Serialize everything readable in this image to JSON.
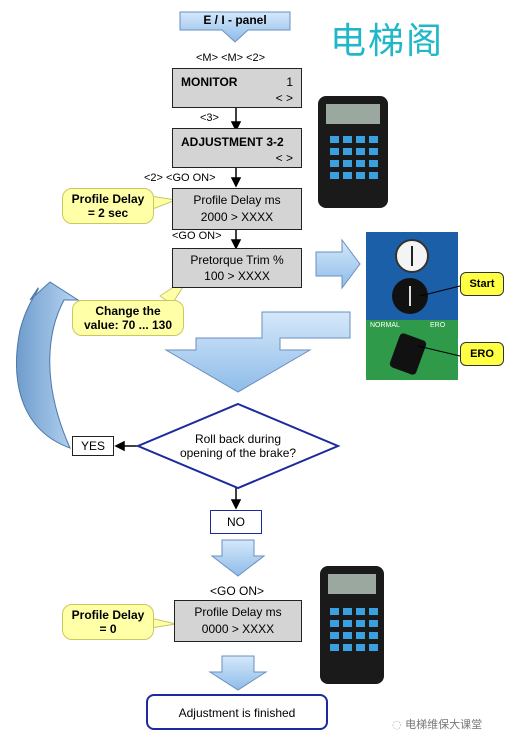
{
  "title_cn": "电梯阁",
  "panel_title": "E / I - panel",
  "keys_1": "<M> <M> <2>",
  "monitor": {
    "name": "MONITOR",
    "num": "1",
    "nav": "< >"
  },
  "keys_2": "<3>",
  "adjustment": {
    "name": "ADJUSTMENT  3-2",
    "nav": "< >"
  },
  "keys_3": "<2> <GO ON>",
  "profile_delay_1": {
    "name": "Profile  Delay  ms",
    "value": "2000 > XXXX"
  },
  "callout_1": {
    "line1": "Profile Delay",
    "line2": "= 2 sec"
  },
  "keys_4": "<GO ON>",
  "pretorque": {
    "name": "Pretorque Trim   %",
    "value": "100 > XXXX"
  },
  "callout_2": {
    "line1": "Change the",
    "line2": "value: 70 ... 130"
  },
  "start_label": "Start",
  "ero_label": "ERO",
  "panel_text_left": "NORMAL",
  "panel_text_right": "ERO",
  "decision": {
    "line1": "Roll back during",
    "line2": "opening of the brake?"
  },
  "yes_label": "YES",
  "no_label": "NO",
  "keys_5": "<GO ON>",
  "profile_delay_2": {
    "name": "Profile  Delay  ms",
    "value": "0000 > XXXX"
  },
  "callout_3": {
    "line1": "Profile Delay",
    "line2": "= 0"
  },
  "finished": "Adjustment is finished",
  "watermark": "电梯维保大课堂",
  "colors": {
    "arrow_blue": "#9ec8ef",
    "title_cyan": "#20b8c8",
    "callout_yellow": "#ffffa8",
    "tag_yellow": "#ffff44"
  }
}
